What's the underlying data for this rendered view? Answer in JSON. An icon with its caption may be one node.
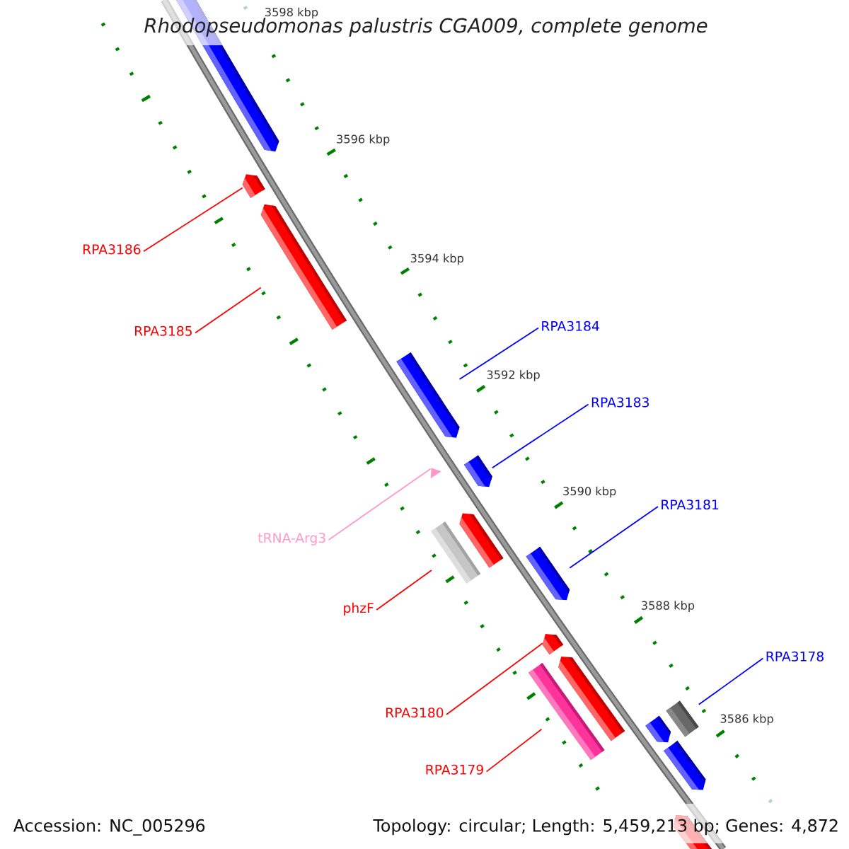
{
  "diagram": {
    "title": "Rhodopseudomonas palustris CGA009, complete genome",
    "nodes": [
      {
        "text": [
          "RPA3186"
        ]
      },
      {
        "text": [
          "RPA3184"
        ]
      },
      {
        "text": [
          "RPA3185"
        ]
      },
      {
        "text": [
          "RPA3183"
        ]
      },
      {
        "text": [
          "RPA3181"
        ]
      },
      {
        "text": [
          "tRNA-Arg3"
        ]
      },
      {
        "text": [
          "phzF"
        ]
      },
      {
        "text": [
          "RPA3178"
        ]
      },
      {
        "text": [
          "RPA3180"
        ]
      },
      {
        "text": [
          "RPA3179"
        ]
      },
      {
        "text": [],
        "shape": "bar"
      },
      {
        "text": [],
        "shape": "bar"
      },
      {
        "text": [],
        "shape": "bar"
      },
      {
        "text": [],
        "shape": "bar"
      },
      {
        "text": [],
        "shape": "triangle"
      },
      {
        "text": [],
        "shape": "bar"
      },
      {
        "text": [],
        "shape": "bar"
      },
      {
        "text": [],
        "shape": "bar"
      },
      {
        "text": [],
        "shape": "bar"
      },
      {
        "text": [],
        "shape": "bar"
      },
      {
        "text": [],
        "shape": "bar"
      },
      {
        "text": [],
        "shape": "bar"
      },
      {
        "text": [],
        "shape": "bar"
      },
      {
        "text": [],
        "shape": "bar"
      },
      {
        "text": [],
        "shape": "bar"
      },
      {
        "text": [],
        "shape": "bar"
      }
    ],
    "edges": [
      {
        "from": 0,
        "to": 11,
        "arrow": "none"
      },
      {
        "from": 1,
        "to": 13,
        "arrow": "none",
        "color": "#0000ff"
      },
      {
        "from": 2,
        "to": 12,
        "arrow": "none"
      },
      {
        "from": 3,
        "to": 15,
        "arrow": "none",
        "color": "#0000ff"
      },
      {
        "from": 4,
        "to": 18,
        "arrow": "none",
        "color": "#0000ff"
      },
      {
        "from": 5,
        "to": 14,
        "arrow": "none",
        "color": "#ff99cc"
      },
      {
        "from": 6,
        "to": 17,
        "arrow": "none"
      },
      {
        "from": 7,
        "to": 22,
        "arrow": "none",
        "color": "#0000ff"
      },
      {
        "from": 8,
        "to": 19,
        "arrow": "none"
      },
      {
        "from": 9,
        "to": 21,
        "arrow": "none"
      }
    ],
    "labels": [
      "3598 kbp",
      "3596 kbp",
      "3594 kbp",
      "3592 kbp",
      "3590 kbp",
      "3588 kbp",
      "3586 kbp",
      "Accession: NC_005296",
      "Topology: circular; Length: 5,459,213 bp; Genes: 4,872"
    ]
  }
}
